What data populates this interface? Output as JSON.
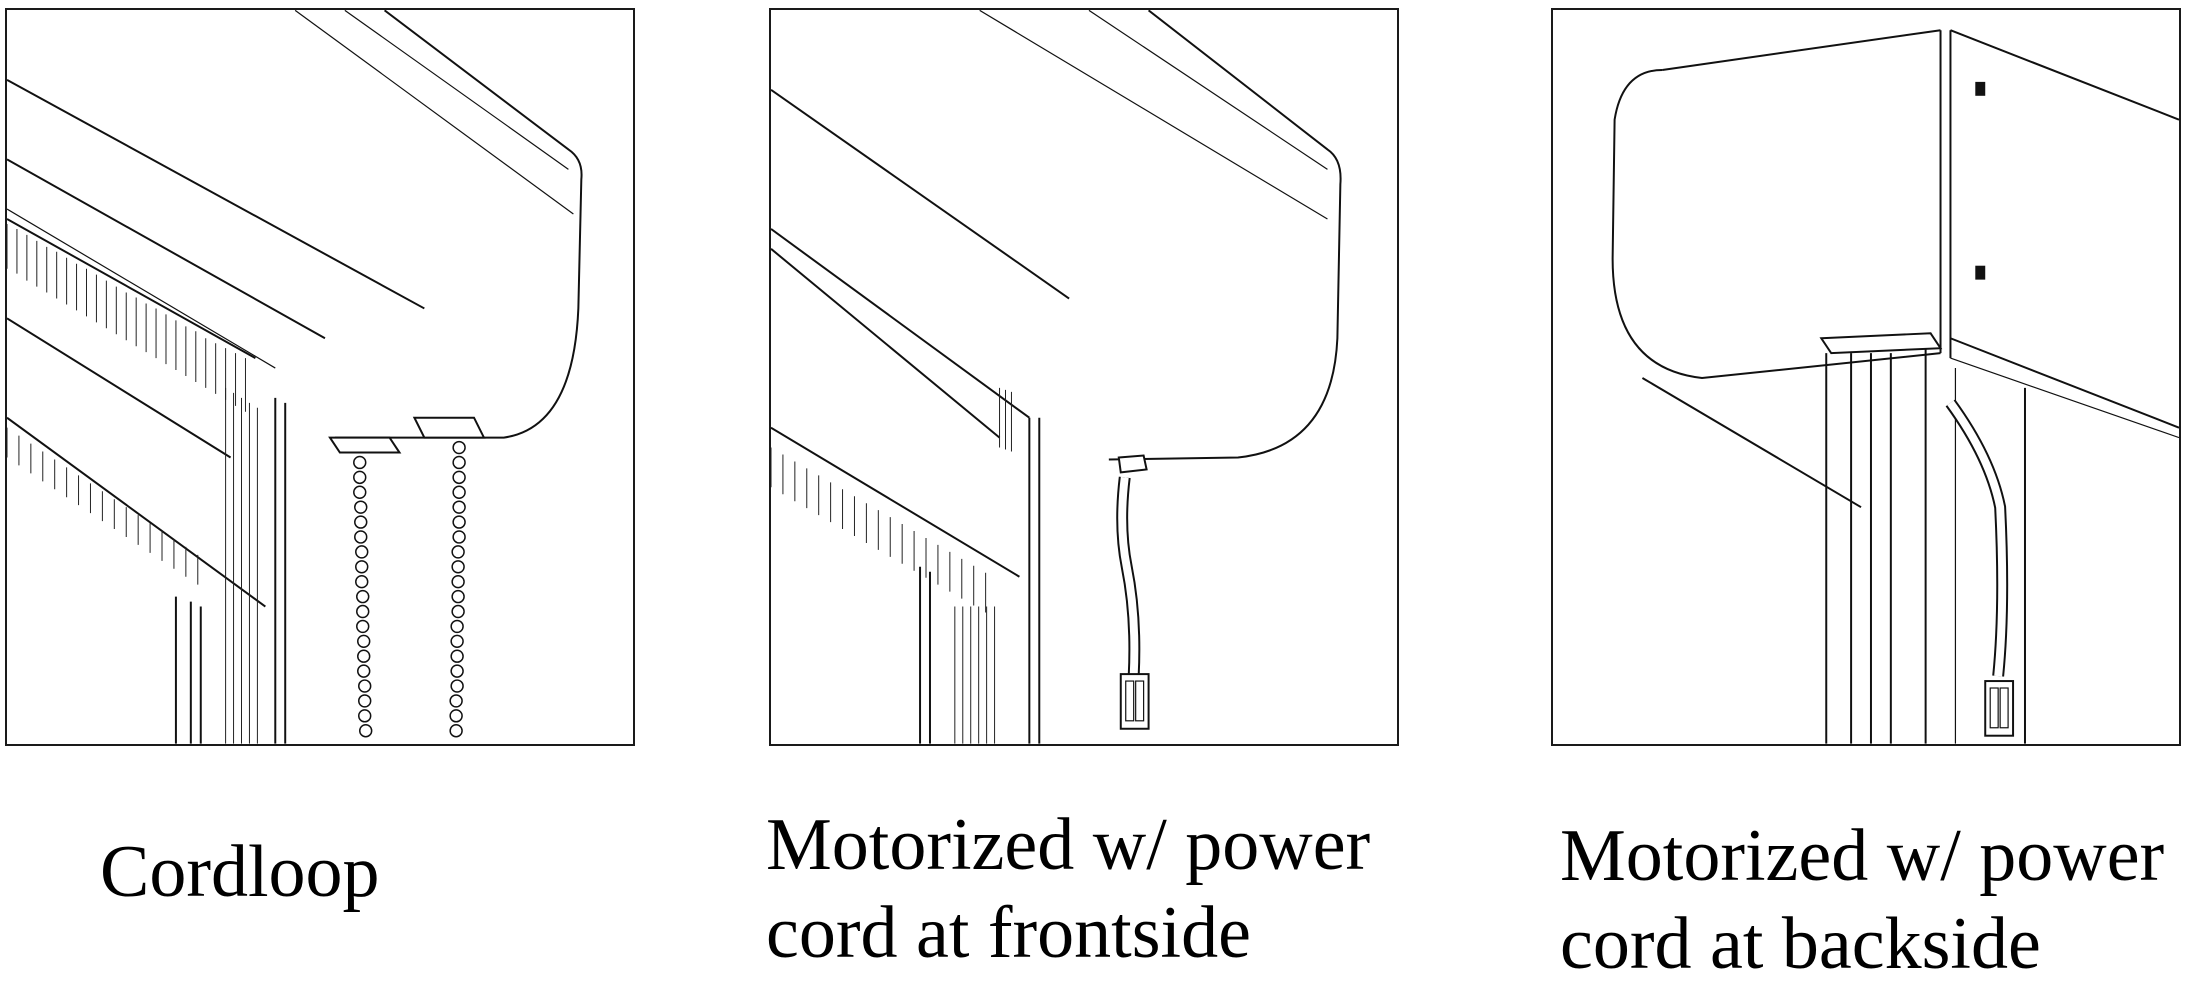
{
  "panels": [
    {
      "id": "cordloop",
      "caption": [
        "Cordloop"
      ],
      "icon": "bead-chain-icon"
    },
    {
      "id": "motorized-front",
      "caption": [
        "Motorized w/ power",
        "cord at frontside"
      ],
      "icon": "power-cord-icon"
    },
    {
      "id": "motorized-back",
      "caption": [
        "Motorized w/ power",
        "cord at backside"
      ],
      "icon": "power-cord-icon"
    }
  ]
}
